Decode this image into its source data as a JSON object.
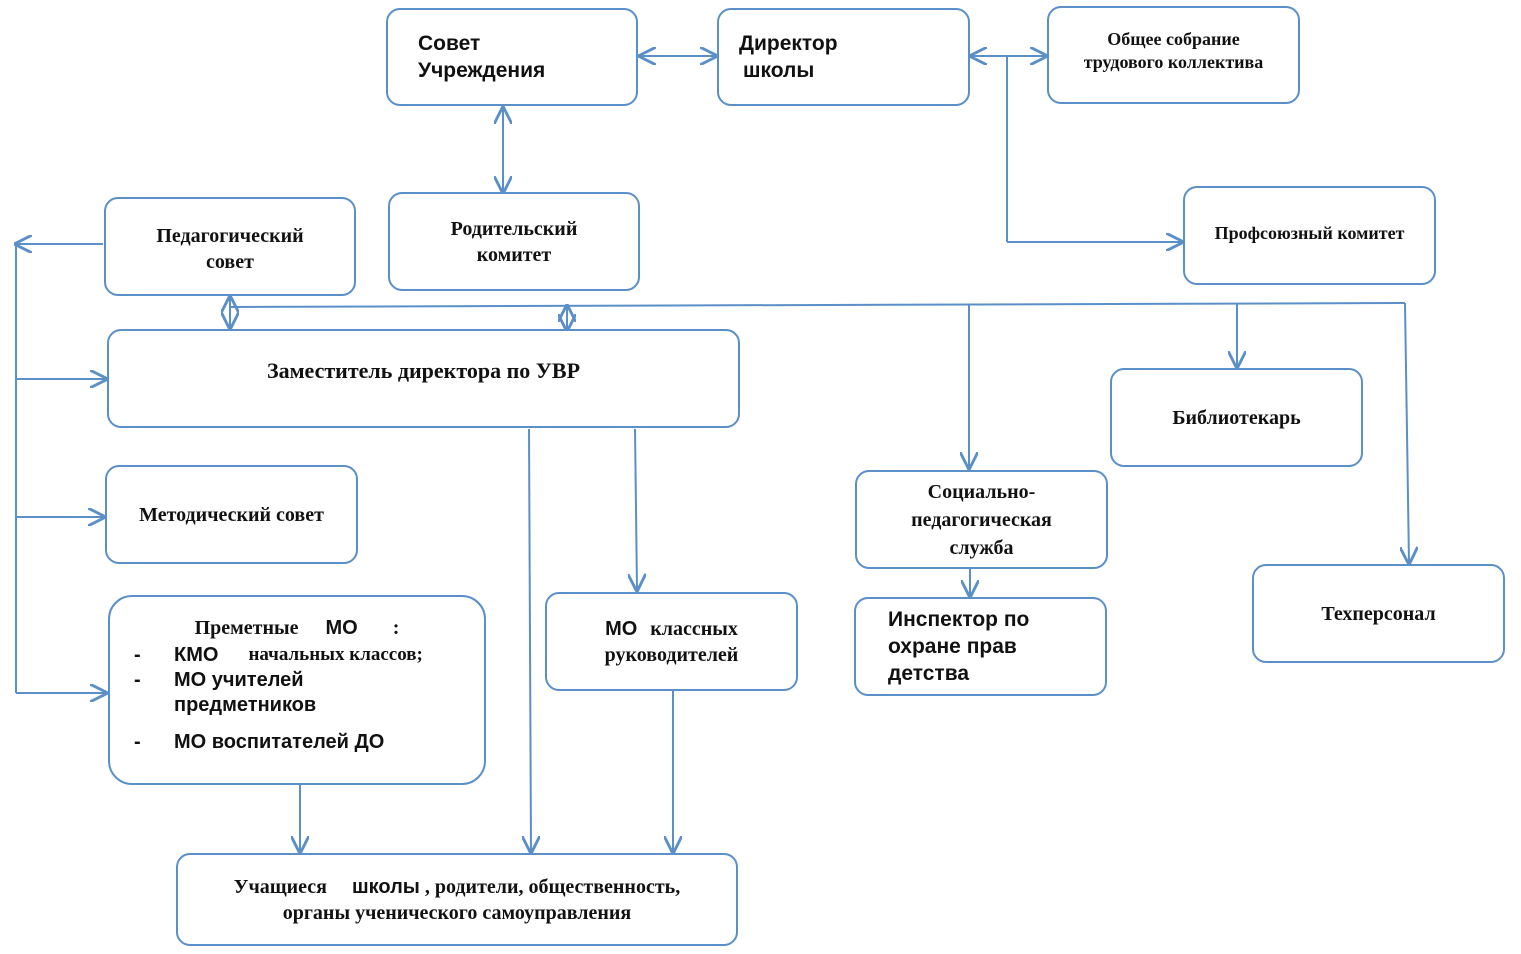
{
  "boxes": {
    "council": {
      "line1": "Совет",
      "line2": "Учреждения"
    },
    "director": {
      "line1": "Директор",
      "line2": "школы"
    },
    "general_meeting": {
      "line1": "Общее собрание",
      "line2": "трудового коллектива"
    },
    "parent_committee": {
      "line1": "Родительский",
      "line2": "комитет"
    },
    "pedagogical_council": {
      "line1": "Педагогический",
      "line2": "совет"
    },
    "union_committee": {
      "label": "Профсоюзный комитет"
    },
    "deputy_director": {
      "label": "Заместитель директора по УВР"
    },
    "librarian": {
      "label": "Библиотекарь"
    },
    "methodical_council": {
      "label": "Методический совет"
    },
    "social_service": {
      "line1": "Социально-",
      "line2": "педагогическая",
      "line3": "служба"
    },
    "subject_mo": {
      "head_a": "Преметные",
      "head_b": "МО",
      "head_c": ":",
      "items": [
        {
          "dash": "-",
          "a": "КМО",
          "b": "начальных классов;"
        },
        {
          "dash": "-",
          "a": "МО учителей",
          "b": ""
        },
        {
          "dash": "",
          "a": "предметников",
          "b": ""
        },
        {
          "dash": "-",
          "a": "МО воспитателей ДО",
          "b": ""
        }
      ]
    },
    "class_mo": {
      "line1a": "МО",
      "line1b": "классных",
      "line2": "руководителей"
    },
    "inspector": {
      "line1": "Инспектор по",
      "line2": "охране прав",
      "line3": "детства"
    },
    "tech_staff": {
      "label": "Техперсонал"
    },
    "students": {
      "line1a": "Учащиеся",
      "line1b": "школы",
      "line1c": ", родители, общественность,",
      "line2": "органы ученического самоуправления"
    }
  },
  "colors": {
    "line": "#5b8fc7",
    "border": "#5b8fc7",
    "text": "#111111"
  }
}
